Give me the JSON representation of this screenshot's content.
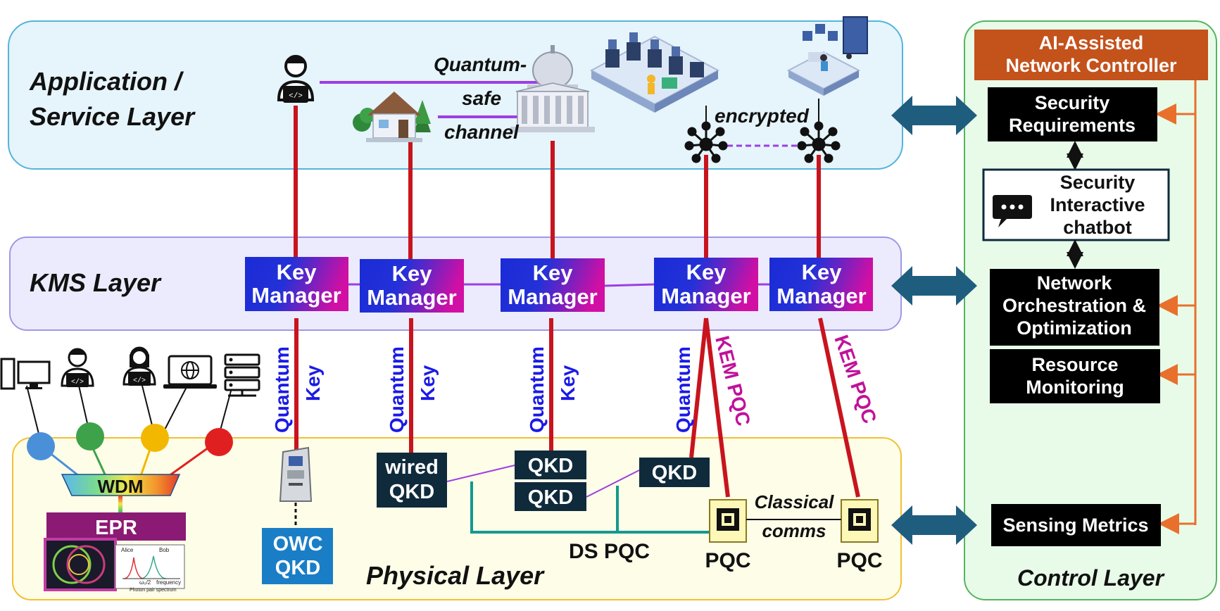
{
  "layers": {
    "application_line1": "Application /",
    "application_line2": "Service Layer",
    "kms": "KMS Layer",
    "physical": "Physical Layer",
    "control": "Control Layer"
  },
  "app_labels": {
    "qs_line1": "Quantum-",
    "qs_line2": "safe",
    "qs_line3": "channel",
    "encrypted": "encrypted"
  },
  "key_managers": [
    {
      "line1": "Key",
      "line2": "Manager"
    },
    {
      "line1": "Key",
      "line2": "Manager"
    },
    {
      "line1": "Key",
      "line2": "Manager"
    },
    {
      "line1": "Key",
      "line2": "Manager"
    },
    {
      "line1": "Key",
      "line2": "Manager"
    }
  ],
  "link_labels": {
    "quantum": "Quantum",
    "key": "Key",
    "kem_pqc": "KEM PQC"
  },
  "physical": {
    "wdm": "WDM",
    "epr": "EPR",
    "owc_line1": "OWC",
    "owc_line2": "QKD",
    "wired_line1": "wired",
    "wired_line2": "QKD",
    "qkd": "QKD",
    "ds_pqc": "DS PQC",
    "pqc": "PQC",
    "classical_line1": "Classical",
    "classical_line2": "comms",
    "epr_inset_alice": "Alice",
    "epr_inset_bob": "Bob",
    "epr_inset_freq": "frequency",
    "epr_inset_caption": "Photon pair spectrum",
    "epr_inset_omega": "ω₀/2"
  },
  "control": {
    "header_line1": "AI-Assisted",
    "header_line2": "Network Controller",
    "security_req_line1": "Security",
    "security_req_line2": "Requirements",
    "chatbot_line1": "Security",
    "chatbot_line2": "Interactive",
    "chatbot_line3": "chatbot",
    "orch_line1": "Network",
    "orch_line2": "Orchestration &",
    "orch_line3": "Optimization",
    "res_line1": "Resource",
    "res_line2": "Monitoring",
    "sensing": "Sensing Metrics"
  },
  "colors": {
    "app_fill": "#e6f4fb",
    "app_border": "#54b4dc",
    "kms_fill": "#ecebfd",
    "kms_border": "#9e98e6",
    "phys_fill": "#fefde8",
    "phys_border": "#f2c033",
    "ctrl_fill": "#e8fbe9",
    "ctrl_border": "#55b45f",
    "red_link": "#c8141e",
    "purple_link": "#9b3fe3",
    "teal_link": "#14998f",
    "orange": "#e8702c",
    "controller_header": "#c4521b",
    "arrow": "#1f5d7f"
  }
}
